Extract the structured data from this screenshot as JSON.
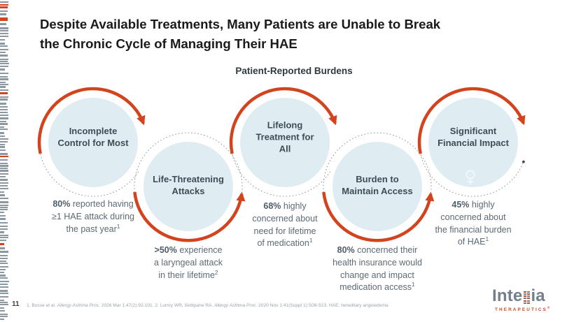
{
  "slide": {
    "title": "Despite Available Treatments, Many Patients are Unable to Break\nthe Chronic Cycle of Managing Their HAE",
    "subtitle": "Patient-Reported Burdens",
    "page_number": "11"
  },
  "cycle": {
    "items": [
      {
        "label": "Incomplete\nControl for Most",
        "stat": "80%",
        "text": " reported having\n≥1 HAE attack during\nthe past year",
        "sup": "1",
        "position": "top"
      },
      {
        "label": "Life-Threatening\nAttacks",
        "stat": ">50%",
        "text": " experience\na laryngeal attack\nin their lifetime",
        "sup": "2",
        "position": "bottom"
      },
      {
        "label": "Lifelong\nTreatment for\nAll",
        "stat": "68%",
        "text": " highly\nconcerned about\nneed for lifetime\nof medication",
        "sup": "1",
        "position": "top"
      },
      {
        "label": "Burden to\nMaintain Access",
        "stat": "80%",
        "text": " concerned their\nhealth insurance would\nchange and impact\nmedication access",
        "sup": "1",
        "position": "bottom"
      },
      {
        "label": "Significant\nFinancial Impact",
        "stat": "45%",
        "text": " highly\nconcerned about\nthe financial burden\nof HAE",
        "sup": "1",
        "position": "top"
      }
    ]
  },
  "footnote": {
    "ref1_prefix": "1. Busse et al. ",
    "ref1_journal": "Allergy Asthma Proc.",
    "ref1_mid": " 2026 Mar 1;47(2):92-101. 2. Lumry WR, Settipane RA. ",
    "ref2_journal": "Allergy Asthma Proc.",
    "ref2_suffix": " 2020 Nov 1;41(Suppl 1):S08-S13. HAE: hereditary angioedema"
  },
  "logo": {
    "wordmark_left": "Inte",
    "wordmark_right": "ia",
    "tagline": "THERAPEUTICS",
    "registered": "®"
  },
  "colors": {
    "accent_orange": "#d2431e",
    "circle_fill": "#dfedf3",
    "dotted_gray": "#8e9499",
    "bar_gray": "#8c98a1",
    "logo_gray": "#73808c",
    "logo_orange": "#cc4b20"
  }
}
